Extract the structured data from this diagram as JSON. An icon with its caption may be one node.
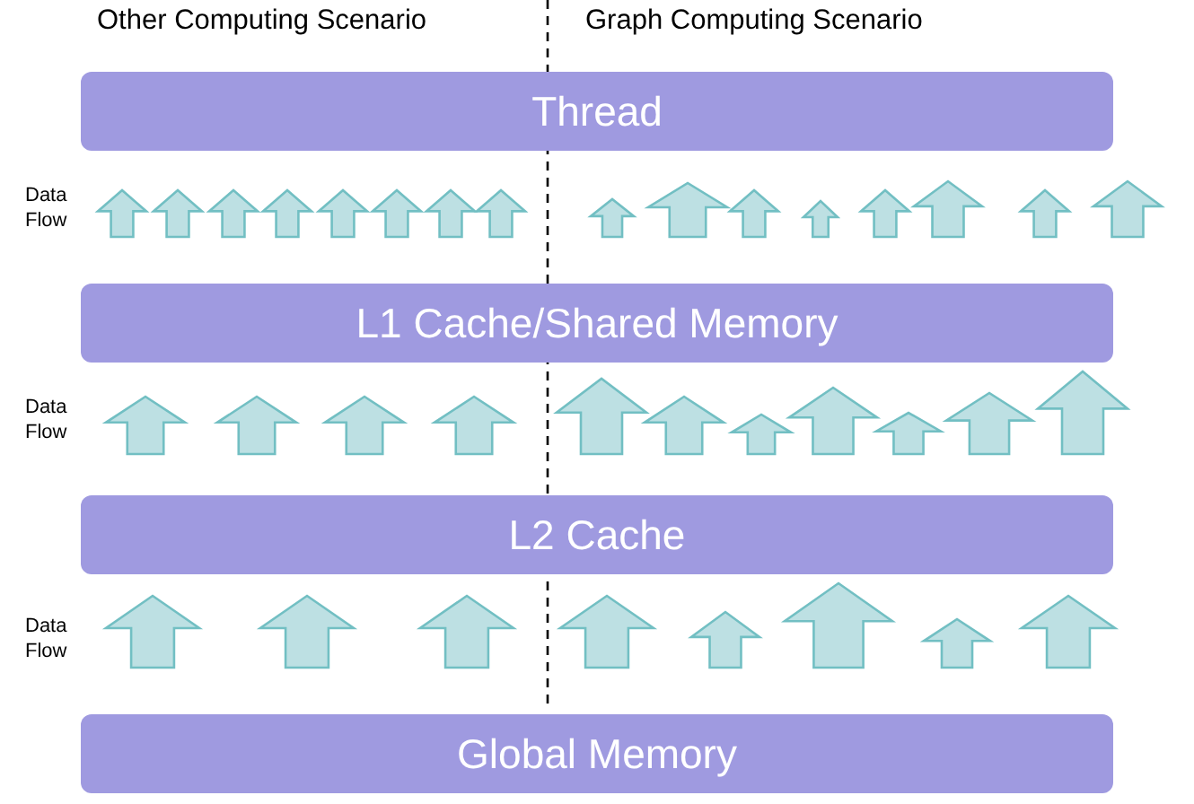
{
  "diagram": {
    "nodes": [
      {
        "text": [
          "Thread"
        ]
      },
      {
        "text": [
          "L1 Cache/Shared Memory"
        ]
      },
      {
        "text": [
          "L2 Cache"
        ]
      },
      {
        "text": [
          "Global Memory"
        ]
      }
    ],
    "edges": [
      {
        "from": 1,
        "to": 0,
        "arrow": "to"
      },
      {
        "from": 1,
        "to": 0,
        "arrow": "to"
      },
      {
        "from": 1,
        "to": 0,
        "arrow": "to"
      },
      {
        "from": 1,
        "to": 0,
        "arrow": "to"
      },
      {
        "from": 1,
        "to": 0,
        "arrow": "to"
      },
      {
        "from": 1,
        "to": 0,
        "arrow": "to"
      },
      {
        "from": 1,
        "to": 0,
        "arrow": "to"
      },
      {
        "from": 1,
        "to": 0,
        "arrow": "to"
      },
      {
        "from": 1,
        "to": 0,
        "arrow": "to"
      },
      {
        "from": 1,
        "to": 0,
        "arrow": "to"
      },
      {
        "from": 1,
        "to": 0,
        "arrow": "to"
      },
      {
        "from": 1,
        "to": 0,
        "arrow": "to"
      },
      {
        "from": 1,
        "to": 0,
        "arrow": "to"
      },
      {
        "from": 1,
        "to": 0,
        "arrow": "to"
      },
      {
        "from": 1,
        "to": 0,
        "arrow": "to"
      },
      {
        "from": 1,
        "to": 0,
        "arrow": "to"
      },
      {
        "from": 2,
        "to": 1,
        "arrow": "to"
      },
      {
        "from": 2,
        "to": 1,
        "arrow": "to"
      },
      {
        "from": 2,
        "to": 1,
        "arrow": "to"
      },
      {
        "from": 2,
        "to": 1,
        "arrow": "to"
      },
      {
        "from": 2,
        "to": 1,
        "arrow": "to"
      },
      {
        "from": 2,
        "to": 1,
        "arrow": "to"
      },
      {
        "from": 2,
        "to": 1,
        "arrow": "to"
      },
      {
        "from": 2,
        "to": 1,
        "arrow": "to"
      },
      {
        "from": 2,
        "to": 1,
        "arrow": "to"
      },
      {
        "from": 2,
        "to": 1,
        "arrow": "to"
      },
      {
        "from": 2,
        "to": 1,
        "arrow": "to"
      },
      {
        "from": 3,
        "to": 2,
        "arrow": "to"
      },
      {
        "from": 3,
        "to": 2,
        "arrow": "to"
      },
      {
        "from": 3,
        "to": 2,
        "arrow": "to"
      },
      {
        "from": 3,
        "to": 2,
        "arrow": "to"
      },
      {
        "from": 3,
        "to": 2,
        "arrow": "to"
      },
      {
        "from": 3,
        "to": 2,
        "arrow": "to"
      },
      {
        "from": 3,
        "to": 2,
        "arrow": "to"
      },
      {
        "from": 3,
        "to": 2,
        "arrow": "to"
      }
    ],
    "labels": [
      "Other Computing Scenario",
      "Graph Computing Scenario",
      "Data Flow",
      "Data Flow",
      "Data Flow"
    ]
  }
}
